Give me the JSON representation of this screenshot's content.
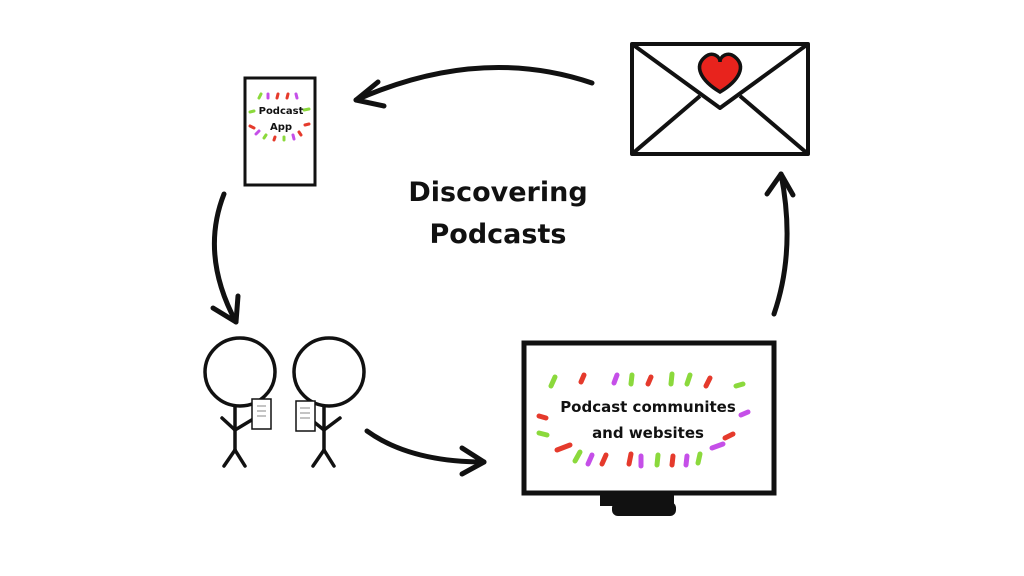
{
  "diagram": {
    "title_line1": "Discovering",
    "title_line2": "Podcasts",
    "phone_label_line1": "Podcast",
    "phone_label_line2": "App",
    "screen_label_line1": "Podcast communites",
    "screen_label_line2": "and websites"
  },
  "colors": {
    "stroke": "#111111",
    "heart": "#e8231d",
    "dash_red": "#e53a2c",
    "dash_green": "#8bd93c",
    "dash_purple": "#c54fe8"
  }
}
